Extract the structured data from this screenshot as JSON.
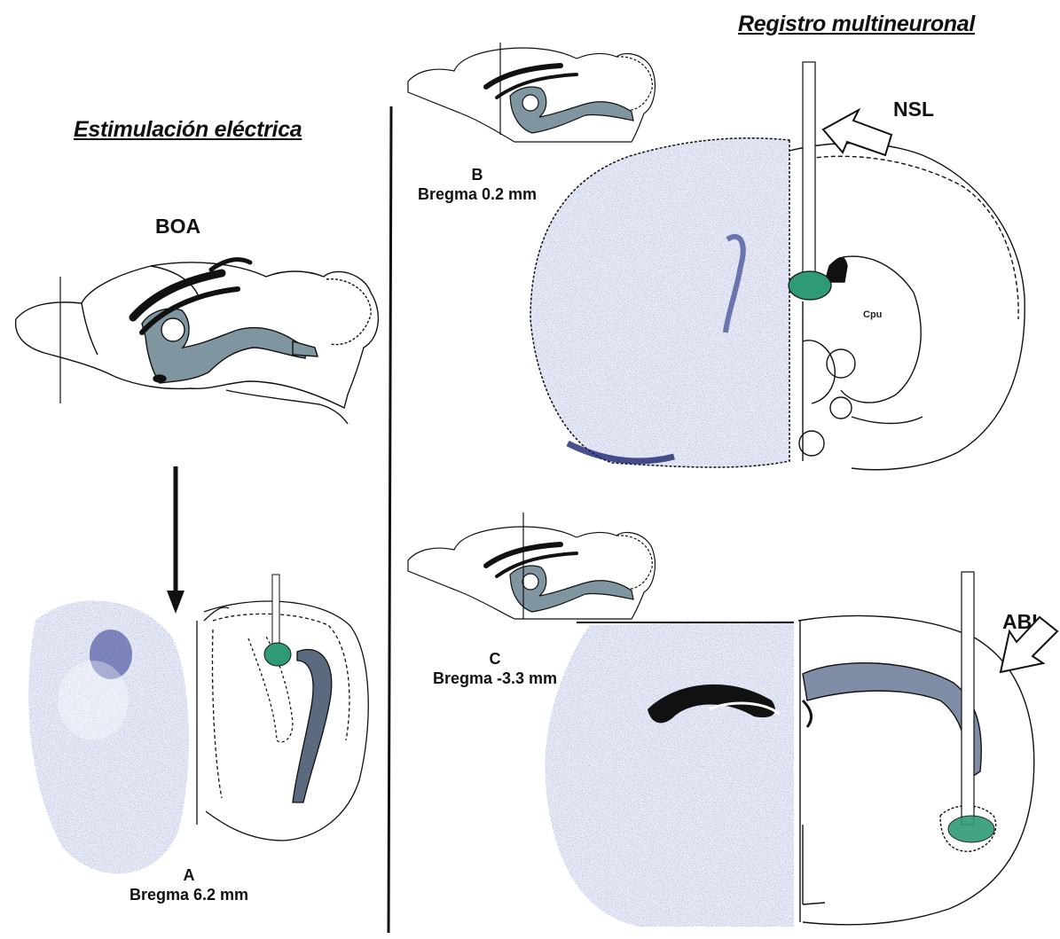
{
  "left_panel": {
    "heading": "Estimulación eléctrica",
    "region": "BOA",
    "section_letter": "A",
    "section_bregma": "Bregma 6.2 mm"
  },
  "right_panel": {
    "heading": "Registro multineuronal",
    "top": {
      "letter": "B",
      "bregma": "Bregma 0.2 mm",
      "region": "NSL",
      "structure_label": "Cpu"
    },
    "bottom": {
      "letter": "C",
      "bregma": "Bregma -3.3 mm",
      "region": "ABL"
    }
  },
  "colors": {
    "ventricle_fill": "#7f96a0",
    "histology_stain": "#4a55a0",
    "electrode_tip": "#2f9a78",
    "line": "#111111"
  }
}
